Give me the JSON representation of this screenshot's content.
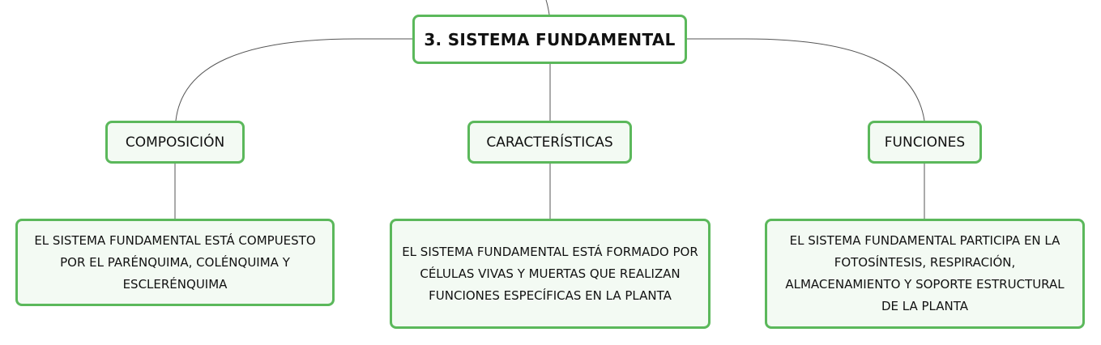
{
  "root": {
    "title": "3. SISTEMA FUNDAMENTAL"
  },
  "categories": [
    {
      "label": "COMPOSICIÓN"
    },
    {
      "label": "CARACTERÍSTICAS"
    },
    {
      "label": "FUNCIONES"
    }
  ],
  "details": [
    {
      "text": "EL SISTEMA FUNDAMENTAL ESTÁ COMPUESTO POR EL PARÉNQUIMA, COLÉNQUIMA Y ESCLERÉNQUIMA"
    },
    {
      "text": "EL SISTEMA FUNDAMENTAL ESTÁ FORMADO POR CÉLULAS VIVAS Y MUERTAS QUE REALIZAN FUNCIONES ESPECÍFICAS EN LA PLANTA"
    },
    {
      "text": "EL SISTEMA FUNDAMENTAL PARTICIPA EN LA FOTOSÍNTESIS, RESPIRACIÓN, ALMACENAMIENTO Y SOPORTE ESTRUCTURAL DE LA PLANTA"
    }
  ],
  "colors": {
    "node_border": "#5bb85b",
    "node_fill": "#f3faf3",
    "connector": "#555555"
  }
}
